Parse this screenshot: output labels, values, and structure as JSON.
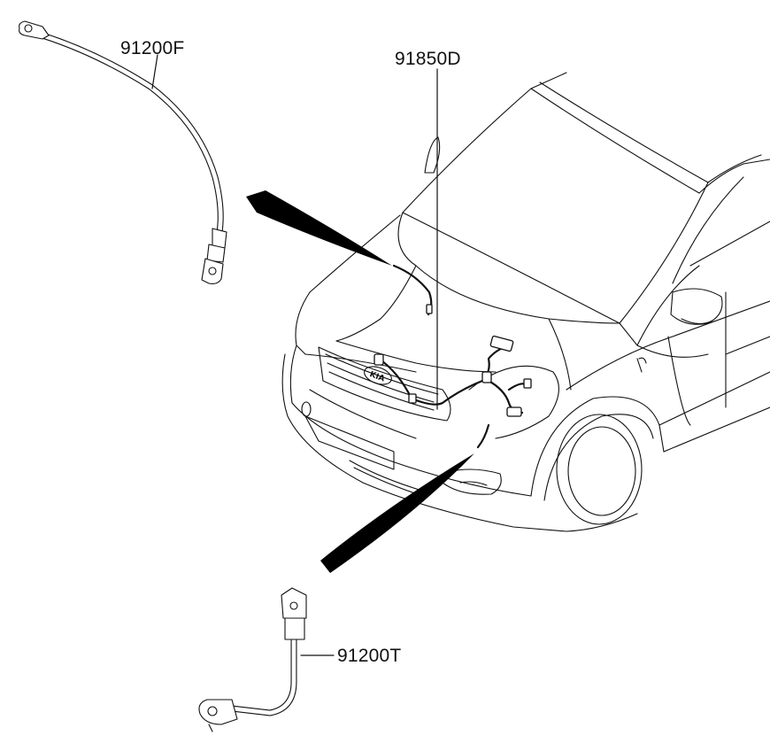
{
  "diagram": {
    "callouts": {
      "front_cable": "91200F",
      "engine_harness": "91850D",
      "battery_cable": "91200T"
    },
    "badge_text": "KIA",
    "line_color": "#111111",
    "pointer_color": "#000000"
  }
}
